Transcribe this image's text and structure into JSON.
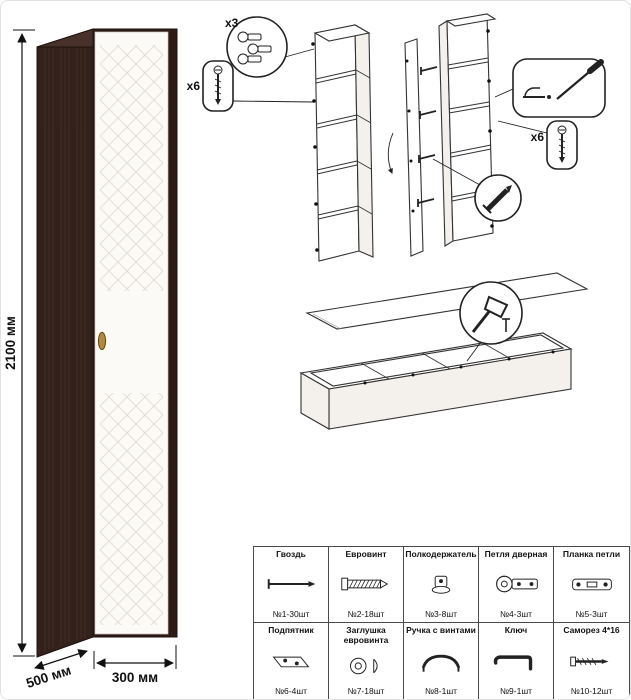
{
  "dimensions": {
    "height": "2100 мм",
    "width": "300 мм",
    "depth": "500 мм"
  },
  "callouts": {
    "hinges": "x3",
    "screws_left": "x6",
    "screws_right": "x6"
  },
  "colors": {
    "wood_dark": "#33211b",
    "door_white": "#fbfaf7",
    "handle_brass": "#b08a3e"
  },
  "parts": {
    "rows": [
      [
        {
          "name": "Гвоздь",
          "count": "№1-30шт",
          "icon": "nail-icon"
        },
        {
          "name": "Евровинт",
          "count": "№2-18шт",
          "icon": "euroscrew-icon"
        },
        {
          "name": "Полкодержатель",
          "count": "№3-8шт",
          "icon": "shelf-support-icon"
        },
        {
          "name": "Петля дверная",
          "count": "№4-3шт",
          "icon": "door-hinge-icon"
        },
        {
          "name": "Планка петли",
          "count": "№5-3шт",
          "icon": "hinge-plate-icon"
        }
      ],
      [
        {
          "name": "Подпятник",
          "count": "№6-4шт",
          "icon": "glide-foot-icon"
        },
        {
          "name": "Заглушка евровинта",
          "count": "№7-18шт",
          "icon": "screw-cap-icon"
        },
        {
          "name": "Ручка с винтами",
          "count": "№8-1шт",
          "icon": "handle-icon"
        },
        {
          "name": "Ключ",
          "count": "№9-1шт",
          "icon": "hex-key-icon"
        },
        {
          "name": "Саморез 4*16",
          "count": "№10-12шт",
          "icon": "self-tapping-screw-icon"
        }
      ]
    ]
  }
}
